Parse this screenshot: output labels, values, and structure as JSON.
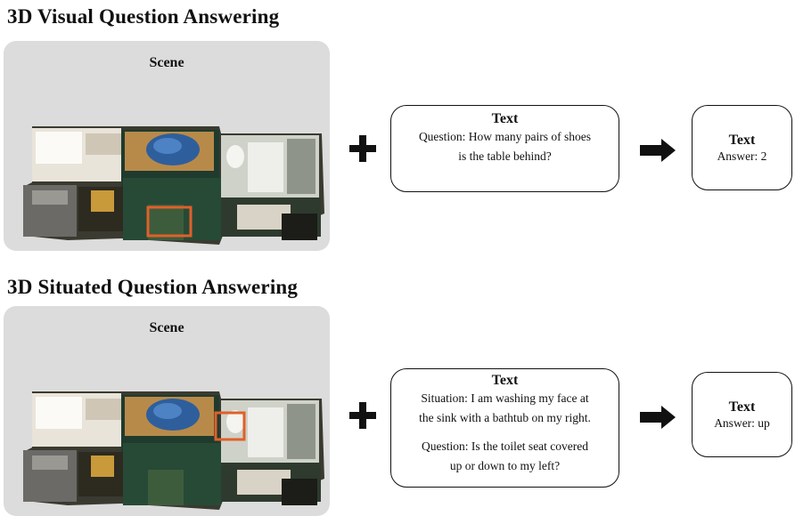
{
  "sections": [
    {
      "title": "3D Visual Question Answering",
      "scene_label": "Scene",
      "text_box": {
        "title": "Text",
        "lines": [
          "Question: How many pairs of shoes",
          "is the table behind?"
        ]
      },
      "answer_box": {
        "title": "Text",
        "answer": "Answer: 2"
      }
    },
    {
      "title": "3D Situated Question Answering",
      "scene_label": "Scene",
      "text_box": {
        "title": "Text",
        "situation_lines": [
          "Situation: I am washing my face at",
          "the sink with a bathtub on my right."
        ],
        "question_lines": [
          "Question: Is the toilet seat covered",
          "up or down to my left?"
        ]
      },
      "answer_box": {
        "title": "Text",
        "answer": "Answer: up"
      }
    }
  ],
  "colors": {
    "highlight_box": "#e0602a",
    "panel_bg": "#dcdcdc"
  }
}
